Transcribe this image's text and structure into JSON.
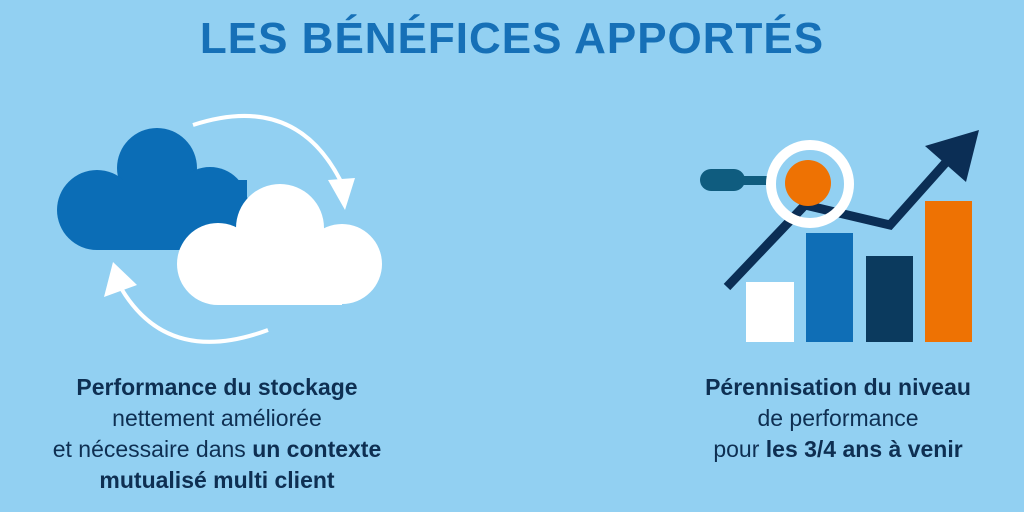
{
  "title": "LES BÉNÉFICES APPORTÉS",
  "left": {
    "line1_bold": "Performance du stockage",
    "line2": "nettement améliorée",
    "line3_regular": "et nécessaire dans ",
    "line3_bold": "un contexte",
    "line4_bold": "mutualisé multi client"
  },
  "right": {
    "line1_bold": "Pérennisation du niveau",
    "line2": "de performance",
    "line3_regular": "pour ",
    "line3_bold": "les 3/4 ans à venir"
  },
  "colors": {
    "background": "#92d0f2",
    "title": "#1670b7",
    "text": "#0e2f52",
    "orange": "#ee7203",
    "navy": "#0b3a5e",
    "blue": "#0f6eb6"
  }
}
